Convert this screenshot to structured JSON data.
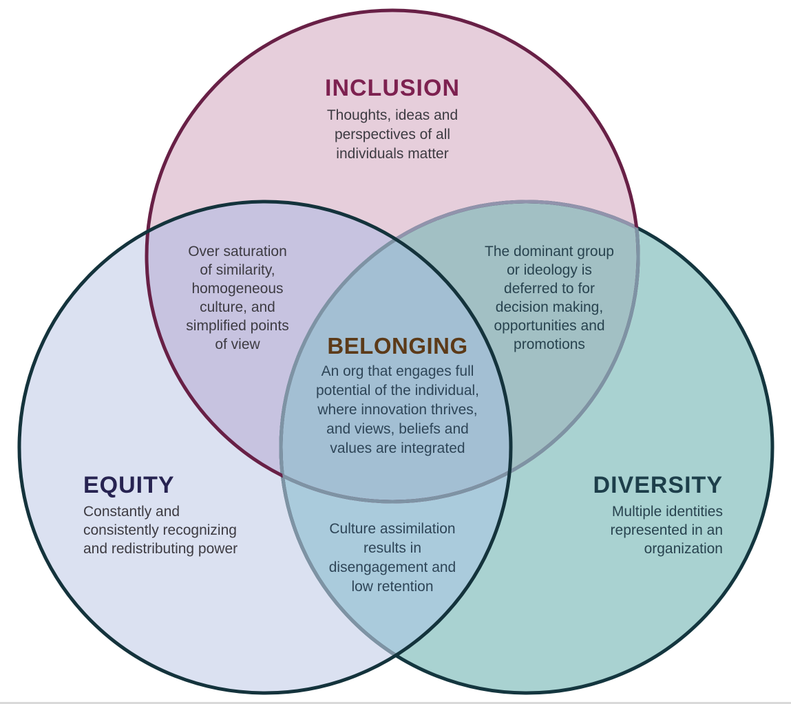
{
  "colors": {
    "background": "#ffffff",
    "inclusion_fill": "#e6cedb",
    "equity_fill": "#dbe1f1",
    "diversity_fill": "#a9d2d1",
    "inclusion_equity_fill": "#c7c3e0",
    "inclusion_diversity_fill": "#a2c0c4",
    "equity_diversity_fill": "#aacbdc",
    "center_fill": "#a3bfd3",
    "inclusion_stroke": "#682046",
    "equity_stroke": "#14333c",
    "diversity_stroke": "#14363f",
    "muted_stroke_violet": "#9193ac",
    "muted_stroke_blue": "#7e93a4",
    "inclusion_title_color": "#7d2150",
    "equity_title_color": "#272351",
    "diversity_title_color": "#1d3e4a",
    "belonging_title_color": "#5c3a18",
    "gray_text": "#3d3b42",
    "teal_text": "#28434f",
    "slate_text": "#2e4557",
    "bottom_bar": "#d9d9d9"
  },
  "circles": {
    "inclusion": {
      "label": "INCLUSION",
      "lines": [
        "Thoughts, ideas and",
        "perspectives of all",
        "individuals matter"
      ]
    },
    "equity": {
      "label": "EQUITY",
      "lines": [
        "Constantly and",
        "consistently recognizing",
        "and redistributing power"
      ]
    },
    "diversity": {
      "label": "DIVERSITY",
      "lines": [
        "Multiple identities",
        "represented in an",
        "organization"
      ]
    }
  },
  "overlaps": {
    "inclusion_equity": {
      "lines": [
        "Over saturation",
        "of similarity,",
        "homogeneous",
        "culture, and",
        "simplified points",
        "of view"
      ]
    },
    "inclusion_diversity": {
      "lines": [
        "The dominant group",
        "or ideology is",
        "deferred to for",
        "decision making,",
        "opportunities and",
        "promotions"
      ]
    },
    "equity_diversity": {
      "lines": [
        "Culture assimilation",
        "results in",
        "disengagement and",
        "low retention"
      ]
    },
    "center": {
      "label": "BELONGING",
      "lines": [
        "An org that engages full",
        "potential of the individual,",
        "where innovation thrives,",
        "and views, beliefs and",
        "values are integrated"
      ]
    }
  }
}
